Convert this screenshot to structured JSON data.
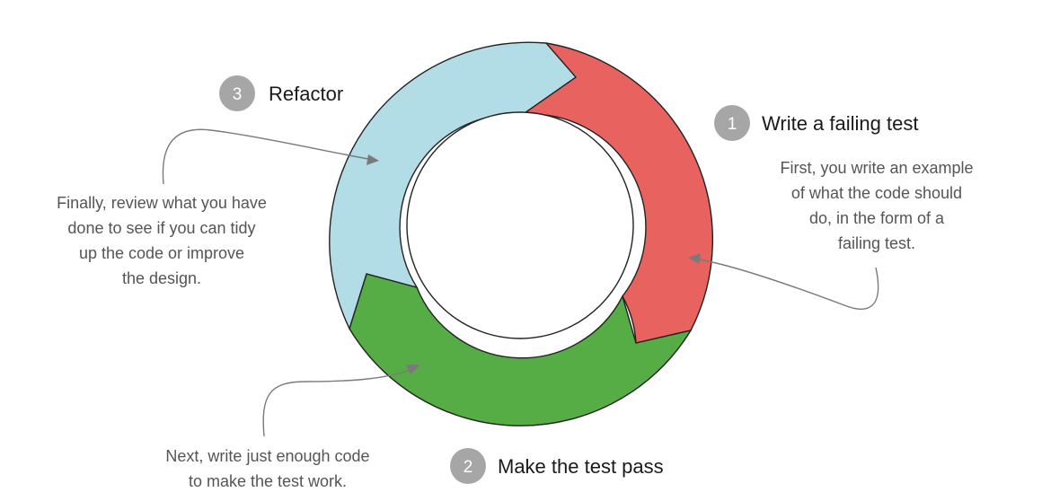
{
  "colors": {
    "write": "#e8625f",
    "pass": "#56ad45",
    "refactor": "#b3dde6",
    "badge": "#a6a6a6",
    "leader": "#7a7a7a"
  },
  "steps": [
    {
      "number": "1",
      "title": "Write a failing test",
      "description": [
        "First, you write an example",
        "of what the code should",
        "do, in the form of a",
        "failing test."
      ]
    },
    {
      "number": "2",
      "title": "Make the test pass",
      "description": [
        "Next, write just enough code",
        "to make the test work."
      ]
    },
    {
      "number": "3",
      "title": "Refactor",
      "description": [
        "Finally, review what you have",
        "done to see if you can tidy",
        "up the code or improve",
        "the design."
      ]
    }
  ]
}
